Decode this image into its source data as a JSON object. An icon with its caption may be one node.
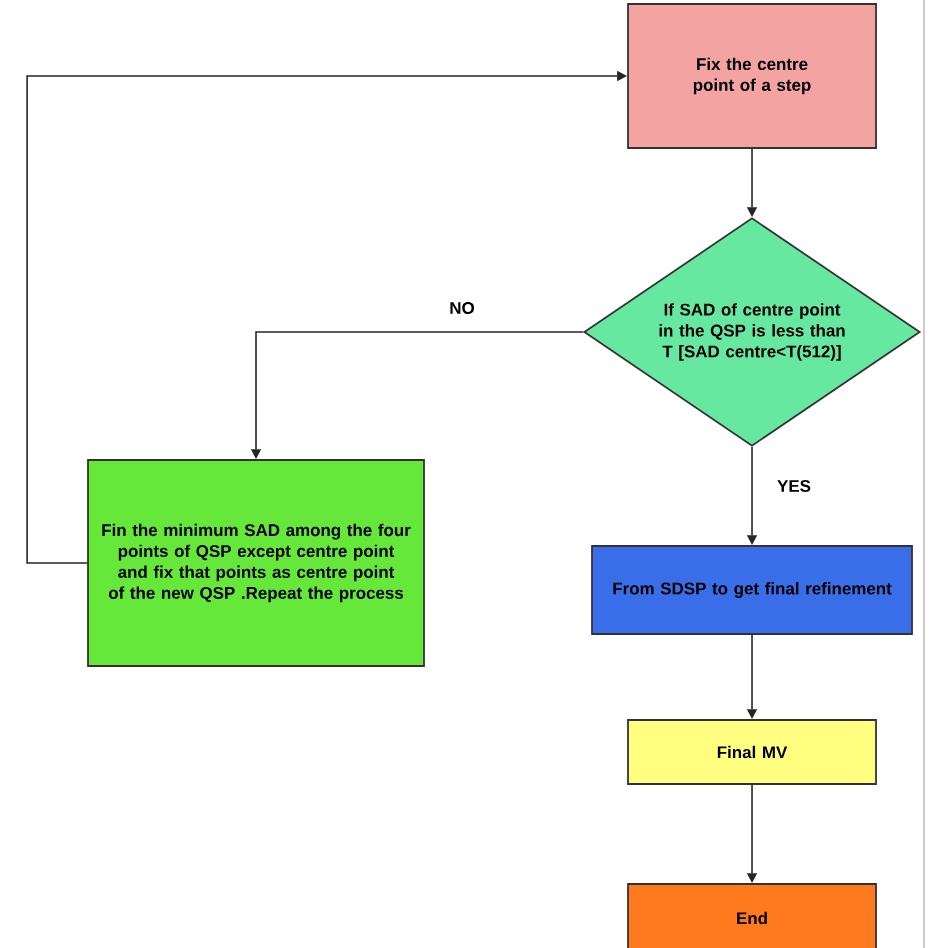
{
  "diagram": {
    "nodes": [
      {
        "text": [
          "Fix the centre point of a step"
        ]
      },
      {
        "text": [
          "If SAD of centre point in the QSP is less than T [SAD centre<T(512)]"
        ]
      },
      {
        "text": [
          "Fin the minimum SAD among the four points of QSP except centre point and fix that points as centre point of the new QSP .Repeat the process"
        ]
      },
      {
        "text": [
          "From SDSP to get final refinement"
        ]
      },
      {
        "text": [
          "Final MV"
        ]
      },
      {
        "text": [
          "End"
        ]
      }
    ],
    "edges": [
      {
        "from": 0,
        "to": 1,
        "arrow": "to"
      },
      {
        "from": 1,
        "to": 2,
        "arrow": "to",
        "label": "NO"
      },
      {
        "from": 1,
        "to": 3,
        "arrow": "to",
        "label": "YES"
      },
      {
        "from": 3,
        "to": 4,
        "arrow": "to"
      },
      {
        "from": 4,
        "to": 5,
        "arrow": "to"
      },
      {
        "from": 2,
        "to": 0,
        "arrow": "to"
      }
    ]
  }
}
